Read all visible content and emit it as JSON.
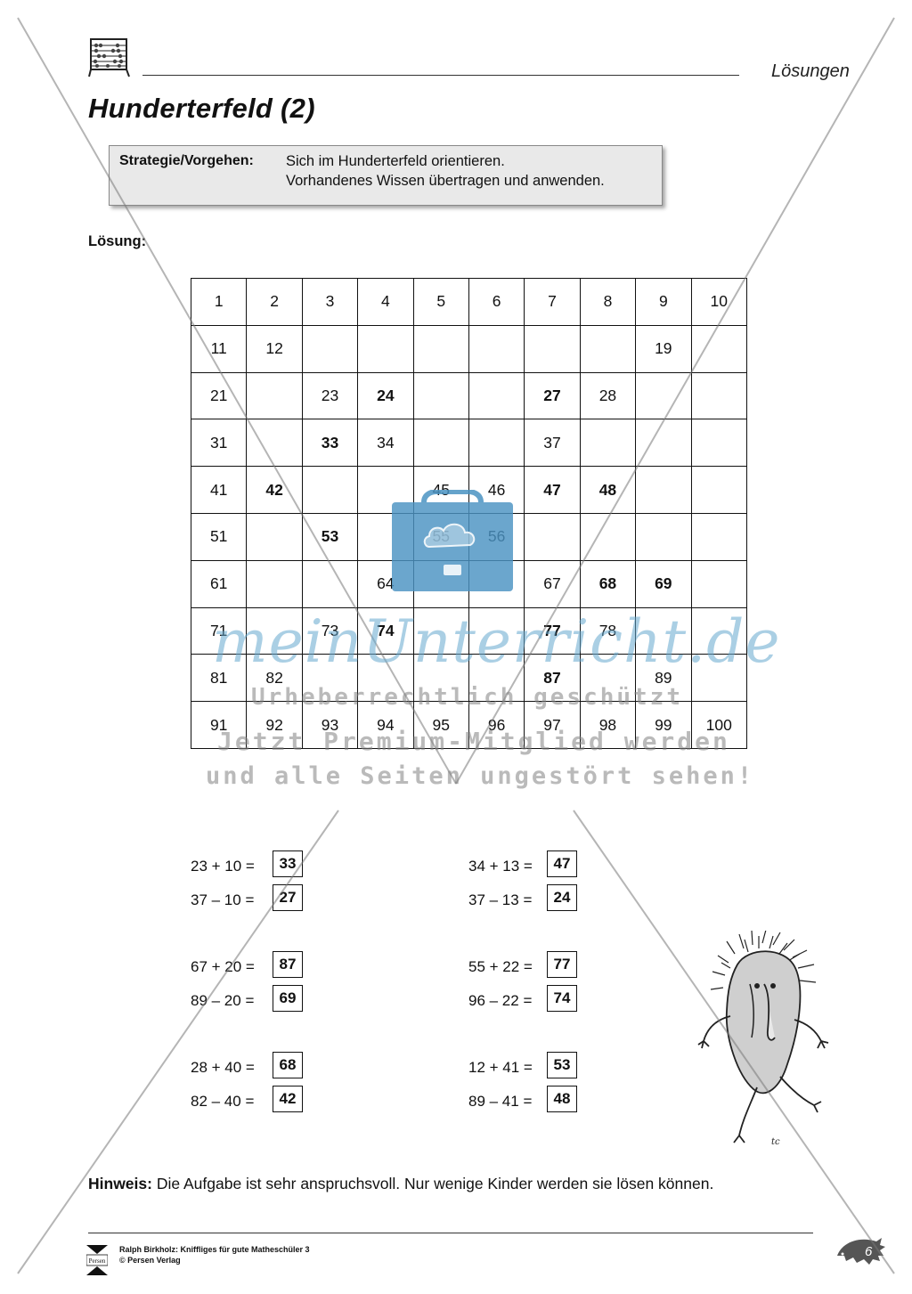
{
  "header": {
    "tag": "Lösungen"
  },
  "title": "Hunderterfeld (2)",
  "strategy": {
    "label": "Strategie/Vorgehen:",
    "line1": "Sich im Hunderterfeld orientieren.",
    "line2": "Vorhandenes Wissen übertragen und anwenden."
  },
  "solution_label": "Lösung:",
  "grid": [
    [
      {
        "t": "1"
      },
      {
        "t": "2"
      },
      {
        "t": "3"
      },
      {
        "t": "4"
      },
      {
        "t": "5"
      },
      {
        "t": "6"
      },
      {
        "t": "7"
      },
      {
        "t": "8"
      },
      {
        "t": "9"
      },
      {
        "t": "10"
      }
    ],
    [
      {
        "t": "11"
      },
      {
        "t": "12"
      },
      {
        "t": ""
      },
      {
        "t": ""
      },
      {
        "t": ""
      },
      {
        "t": ""
      },
      {
        "t": ""
      },
      {
        "t": ""
      },
      {
        "t": "19"
      },
      {
        "t": ""
      }
    ],
    [
      {
        "t": "21"
      },
      {
        "t": ""
      },
      {
        "t": "23"
      },
      {
        "t": "24",
        "b": true
      },
      {
        "t": ""
      },
      {
        "t": ""
      },
      {
        "t": "27",
        "b": true
      },
      {
        "t": "28"
      },
      {
        "t": ""
      },
      {
        "t": ""
      }
    ],
    [
      {
        "t": "31"
      },
      {
        "t": ""
      },
      {
        "t": "33",
        "b": true
      },
      {
        "t": "34"
      },
      {
        "t": ""
      },
      {
        "t": ""
      },
      {
        "t": "37"
      },
      {
        "t": ""
      },
      {
        "t": ""
      },
      {
        "t": ""
      }
    ],
    [
      {
        "t": "41"
      },
      {
        "t": "42",
        "b": true
      },
      {
        "t": ""
      },
      {
        "t": ""
      },
      {
        "t": "45"
      },
      {
        "t": "46"
      },
      {
        "t": "47",
        "b": true
      },
      {
        "t": "48",
        "b": true
      },
      {
        "t": ""
      },
      {
        "t": ""
      }
    ],
    [
      {
        "t": "51"
      },
      {
        "t": ""
      },
      {
        "t": "53",
        "b": true
      },
      {
        "t": ""
      },
      {
        "t": "55"
      },
      {
        "t": "56"
      },
      {
        "t": ""
      },
      {
        "t": ""
      },
      {
        "t": ""
      },
      {
        "t": ""
      }
    ],
    [
      {
        "t": "61"
      },
      {
        "t": ""
      },
      {
        "t": ""
      },
      {
        "t": "64"
      },
      {
        "t": ""
      },
      {
        "t": ""
      },
      {
        "t": "67"
      },
      {
        "t": "68",
        "b": true
      },
      {
        "t": "69",
        "b": true
      },
      {
        "t": ""
      }
    ],
    [
      {
        "t": "71"
      },
      {
        "t": ""
      },
      {
        "t": "73"
      },
      {
        "t": "74",
        "b": true
      },
      {
        "t": ""
      },
      {
        "t": ""
      },
      {
        "t": "77",
        "b": true
      },
      {
        "t": "78"
      },
      {
        "t": ""
      },
      {
        "t": ""
      }
    ],
    [
      {
        "t": "81"
      },
      {
        "t": "82"
      },
      {
        "t": ""
      },
      {
        "t": ""
      },
      {
        "t": ""
      },
      {
        "t": ""
      },
      {
        "t": "87",
        "b": true
      },
      {
        "t": ""
      },
      {
        "t": "89"
      },
      {
        "t": ""
      }
    ],
    [
      {
        "t": "91"
      },
      {
        "t": "92"
      },
      {
        "t": "93"
      },
      {
        "t": "94"
      },
      {
        "t": "95"
      },
      {
        "t": "96"
      },
      {
        "t": "97"
      },
      {
        "t": "98"
      },
      {
        "t": "99"
      },
      {
        "t": "100"
      }
    ]
  ],
  "equations": [
    {
      "expr": "23 + 10 =",
      "answer": "33"
    },
    {
      "expr": "37 – 10 =",
      "answer": "27"
    },
    {
      "expr": "34 + 13 =",
      "answer": "47"
    },
    {
      "expr": "37 – 13 =",
      "answer": "24"
    },
    {
      "expr": "67 + 20 =",
      "answer": "87"
    },
    {
      "expr": "89 – 20 =",
      "answer": "69"
    },
    {
      "expr": "55 + 22 =",
      "answer": "77"
    },
    {
      "expr": "96 – 22 =",
      "answer": "74"
    },
    {
      "expr": "28 + 40 =",
      "answer": "68"
    },
    {
      "expr": "82 – 40 =",
      "answer": "42"
    },
    {
      "expr": "12 + 41 =",
      "answer": "53"
    },
    {
      "expr": "89 – 41 =",
      "answer": "48"
    }
  ],
  "note": {
    "label": "Hinweis:",
    "text": " Die Aufgabe ist sehr anspruchsvoll. Nur wenige Kinder werden sie lösen können."
  },
  "footer": {
    "line1": "Ralph Birkholz: Kniffliges für gute Matheschüler 3",
    "line2": "© Persen Verlag",
    "publisher": "Persen",
    "page": "6"
  },
  "watermark": {
    "brand": "meinUnterricht.de",
    "line1": "Urheberrechtlich geschützt",
    "line2": "Jetzt Premium-Mitglied werden",
    "line3": "und alle Seiten ungestört sehen!"
  },
  "colors": {
    "watermark_blue": "#4a93c2",
    "watermark_gray": "#8a8a8a",
    "box_bg": "#e9e9e9"
  }
}
